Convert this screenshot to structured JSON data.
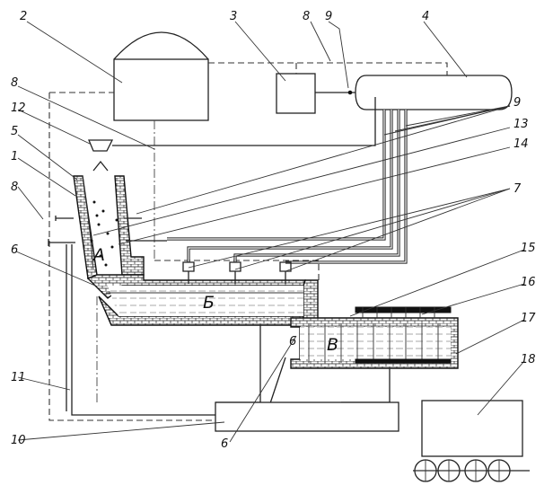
{
  "figure": {
    "callouts": {
      "c1": "1",
      "c2": "2",
      "c3": "3",
      "c4": "4",
      "c5": "5",
      "c6a": "6",
      "c6b": "6",
      "c6c": "6",
      "c7": "7",
      "c8a": "8",
      "c8b": "8",
      "c8c": "8",
      "c9a": "9",
      "c9b": "9",
      "c10": "10",
      "c11": "11",
      "c12": "12",
      "c13": "13",
      "c14": "14",
      "c15": "15",
      "c16": "16",
      "c17": "17",
      "c18": "18"
    },
    "zones": {
      "a": "А",
      "b": "Б",
      "v": "В"
    }
  }
}
